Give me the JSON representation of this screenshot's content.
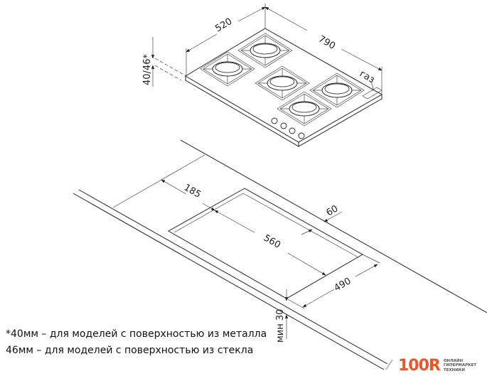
{
  "hob_dimensions": {
    "depth": "520",
    "width": "790",
    "height": "40/46*",
    "gas_label": "газ"
  },
  "cutout_dimensions": {
    "back_offset": "185",
    "length": "560",
    "side_offset": "60",
    "depth": "490",
    "min_thickness": "мин 30"
  },
  "notes": [
    "*40мм – для моделей с поверхностью из металла",
    "46мм – для моделей с поверхностью из стекла"
  ],
  "logo": {
    "main": "100R",
    "sub": [
      "ОНЛАЙН",
      "ГИПЕРМАРКЕТ",
      "ТЕХНИКИ"
    ],
    "color": "#e8562a"
  }
}
